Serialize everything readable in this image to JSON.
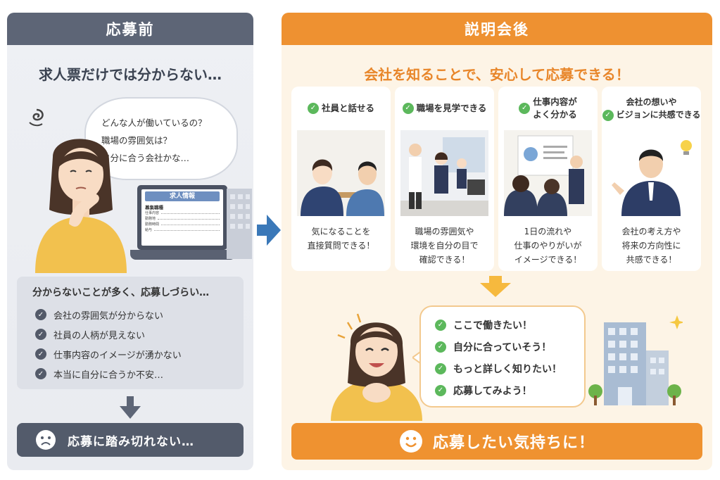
{
  "left": {
    "header": "応募前",
    "subtitle": "求人票だけでは分からない…",
    "thoughts": [
      "どんな人が働いているの？",
      "職場の雰囲気は？",
      "自分に合う会社かな…"
    ],
    "job_sheet": {
      "title": "求人情報",
      "section": "募集職種",
      "rows": [
        "仕事内容",
        "勤務地",
        "勤務時間",
        "給与"
      ]
    },
    "list_title": "分からないことが多く、応募しづらい…",
    "items": [
      "会社の雰囲気が分からない",
      "社員の人柄が見えない",
      "仕事内容のイメージが湧かない",
      "本当に自分に合うか不安…"
    ],
    "result": "応募に踏み切れない…"
  },
  "right": {
    "header": "説明会後",
    "subtitle": "会社を知ることで、安心して応募できる！",
    "cards": [
      {
        "title_lines": [
          "社員と話せる"
        ],
        "desc": [
          "気になることを",
          "直接質問できる！"
        ]
      },
      {
        "title_lines": [
          "職場を見学できる"
        ],
        "desc": [
          "職場の雰囲気や",
          "環境を自分の目で",
          "確認できる！"
        ]
      },
      {
        "title_lines": [
          "仕事内容が",
          "よく分かる"
        ],
        "desc": [
          "1日の流れや",
          "仕事のやりがいが",
          "イメージできる！"
        ]
      },
      {
        "title_lines": [
          "会社の想いや",
          "ビジョンに共感できる"
        ],
        "desc": [
          "会社の考え方や",
          "将来の方向性に",
          "共感できる！"
        ]
      }
    ],
    "speech": [
      "ここで働きたい！",
      "自分に合っていそう！",
      "もっと詳しく知りたい！",
      "応募してみよう！"
    ],
    "result": "応募したい気持ちに！"
  },
  "colors": {
    "left_accent": "#5d6576",
    "right_accent": "#ee9131",
    "check_green": "#5cb85c",
    "arrow_blue": "#3a78b8"
  }
}
